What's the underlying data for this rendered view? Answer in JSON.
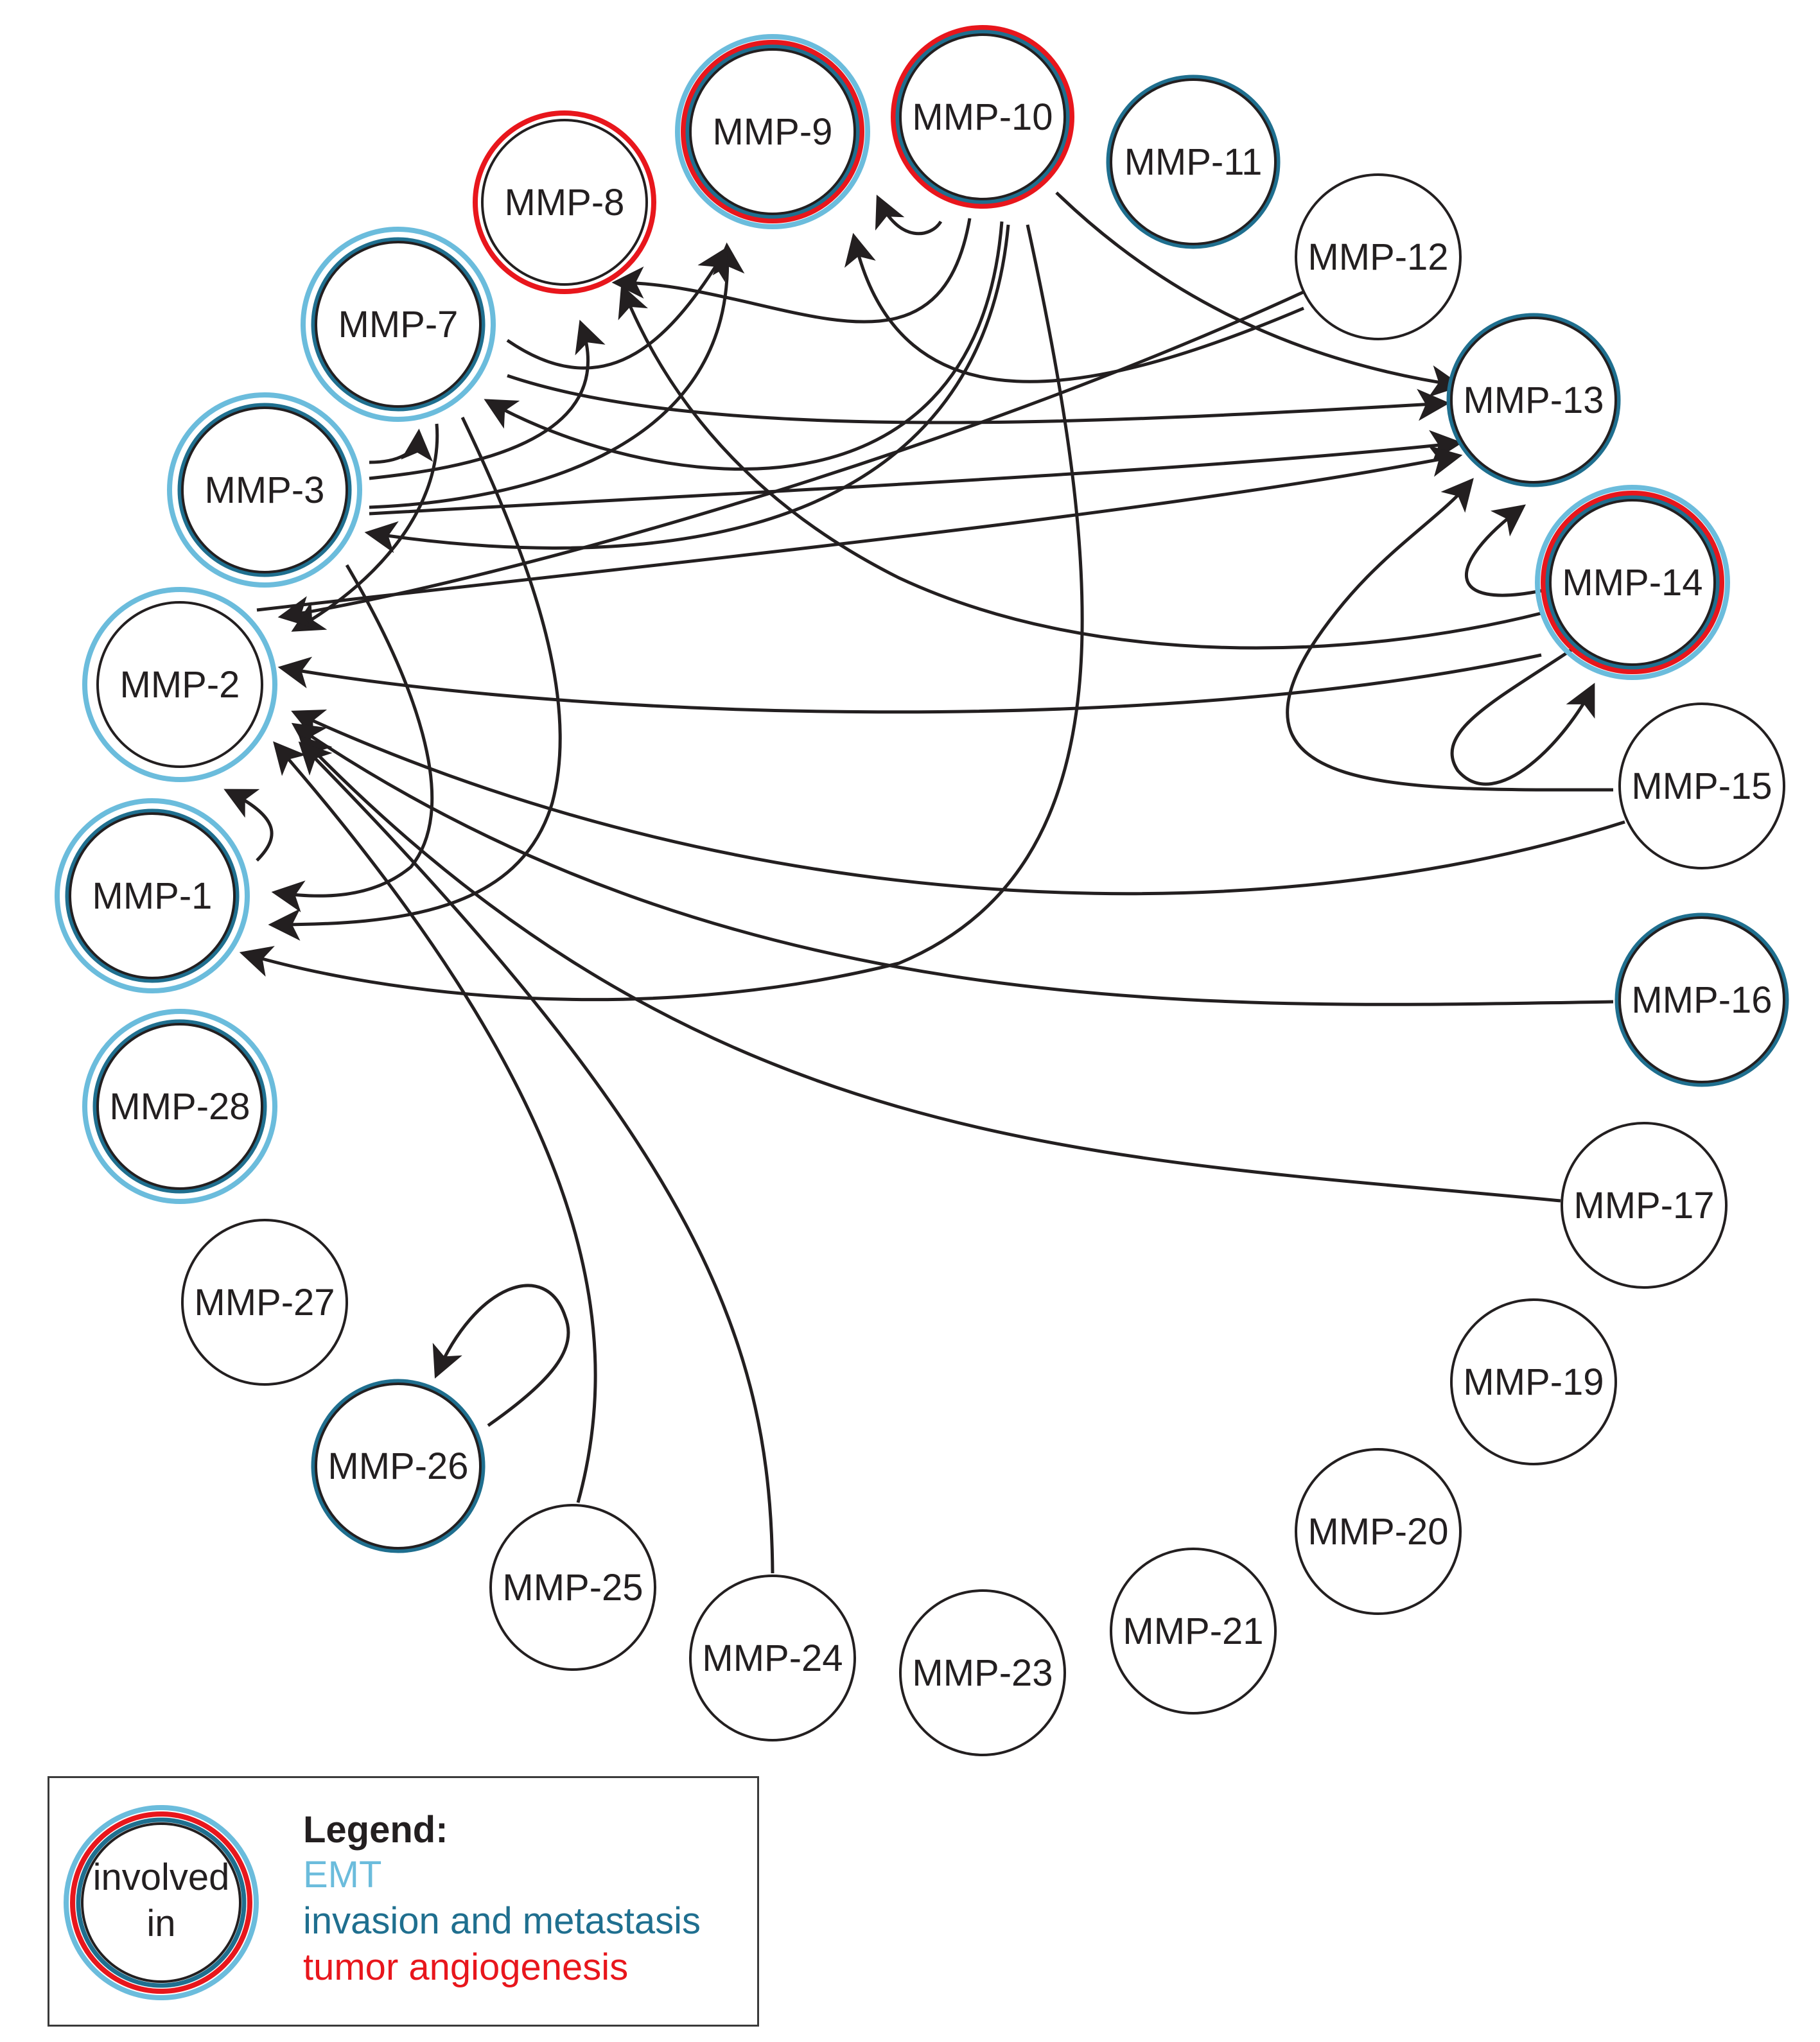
{
  "colors": {
    "emt": "#6bbcdc",
    "invasion": "#1f6f8f",
    "angiogenesis": "#e8161c",
    "edge": "#231f20",
    "node_border": "#231f20"
  },
  "nodes": [
    {
      "id": "mmp1",
      "label": "MMP-1",
      "rings": [
        "invasion",
        "emt"
      ]
    },
    {
      "id": "mmp2",
      "label": "MMP-2",
      "rings": [
        "emt"
      ]
    },
    {
      "id": "mmp3",
      "label": "MMP-3",
      "rings": [
        "invasion",
        "emt"
      ]
    },
    {
      "id": "mmp7",
      "label": "MMP-7",
      "rings": [
        "invasion",
        "emt"
      ]
    },
    {
      "id": "mmp8",
      "label": "MMP-8",
      "rings": [
        "angiogenesis"
      ]
    },
    {
      "id": "mmp9",
      "label": "MMP-9",
      "rings": [
        "invasion",
        "angiogenesis",
        "emt"
      ]
    },
    {
      "id": "mmp10",
      "label": "MMP-10",
      "rings": [
        "invasion",
        "angiogenesis"
      ]
    },
    {
      "id": "mmp11",
      "label": "MMP-11",
      "rings": [
        "invasion"
      ]
    },
    {
      "id": "mmp12",
      "label": "MMP-12",
      "rings": []
    },
    {
      "id": "mmp13",
      "label": "MMP-13",
      "rings": [
        "invasion"
      ]
    },
    {
      "id": "mmp14",
      "label": "MMP-14",
      "rings": [
        "invasion",
        "angiogenesis",
        "emt"
      ]
    },
    {
      "id": "mmp15",
      "label": "MMP-15",
      "rings": []
    },
    {
      "id": "mmp16",
      "label": "MMP-16",
      "rings": [
        "invasion"
      ]
    },
    {
      "id": "mmp17",
      "label": "MMP-17",
      "rings": []
    },
    {
      "id": "mmp19",
      "label": "MMP-19",
      "rings": []
    },
    {
      "id": "mmp20",
      "label": "MMP-20",
      "rings": []
    },
    {
      "id": "mmp21",
      "label": "MMP-21",
      "rings": []
    },
    {
      "id": "mmp23",
      "label": "MMP-23",
      "rings": []
    },
    {
      "id": "mmp24",
      "label": "MMP-24",
      "rings": []
    },
    {
      "id": "mmp25",
      "label": "MMP-25",
      "rings": []
    },
    {
      "id": "mmp26",
      "label": "MMP-26",
      "rings": [
        "invasion"
      ]
    },
    {
      "id": "mmp27",
      "label": "MMP-27",
      "rings": []
    },
    {
      "id": "mmp28",
      "label": "MMP-28",
      "rings": [
        "invasion",
        "emt"
      ]
    }
  ],
  "edges": [
    {
      "from": "mmp1",
      "to": "mmp2"
    },
    {
      "from": "mmp3",
      "to": "mmp7"
    },
    {
      "from": "mmp3",
      "to": "mmp8"
    },
    {
      "from": "mmp3",
      "to": "mmp9"
    },
    {
      "from": "mmp3",
      "to": "mmp13"
    },
    {
      "from": "mmp3",
      "to": "mmp1"
    },
    {
      "from": "mmp7",
      "to": "mmp9"
    },
    {
      "from": "mmp7",
      "to": "mmp13"
    },
    {
      "from": "mmp7",
      "to": "mmp2"
    },
    {
      "from": "mmp7",
      "to": "mmp1"
    },
    {
      "from": "mmp10",
      "to": "mmp9"
    },
    {
      "from": "mmp10",
      "to": "mmp8"
    },
    {
      "from": "mmp10",
      "to": "mmp7"
    },
    {
      "from": "mmp10",
      "to": "mmp3"
    },
    {
      "from": "mmp10",
      "to": "mmp13"
    },
    {
      "from": "mmp10",
      "to": "mmp1"
    },
    {
      "from": "mmp12",
      "to": "mmp2"
    },
    {
      "from": "mmp12",
      "to": "mmp9"
    },
    {
      "from": "mmp2",
      "to": "mmp13"
    },
    {
      "from": "mmp14",
      "to": "mmp13"
    },
    {
      "from": "mmp14",
      "to": "mmp14"
    },
    {
      "from": "mmp14",
      "to": "mmp8"
    },
    {
      "from": "mmp14",
      "to": "mmp2"
    },
    {
      "from": "mmp15",
      "to": "mmp13"
    },
    {
      "from": "mmp15",
      "to": "mmp2"
    },
    {
      "from": "mmp16",
      "to": "mmp2"
    },
    {
      "from": "mmp17",
      "to": "mmp2"
    },
    {
      "from": "mmp24",
      "to": "mmp2"
    },
    {
      "from": "mmp25",
      "to": "mmp2"
    },
    {
      "from": "mmp26",
      "to": "mmp26"
    }
  ],
  "legend": {
    "title": "Legend:",
    "sample_line1": "involved",
    "sample_line2": "in",
    "emt": "EMT",
    "invasion": "invasion and metastasis",
    "angiogenesis": "tumor angiogenesis"
  }
}
